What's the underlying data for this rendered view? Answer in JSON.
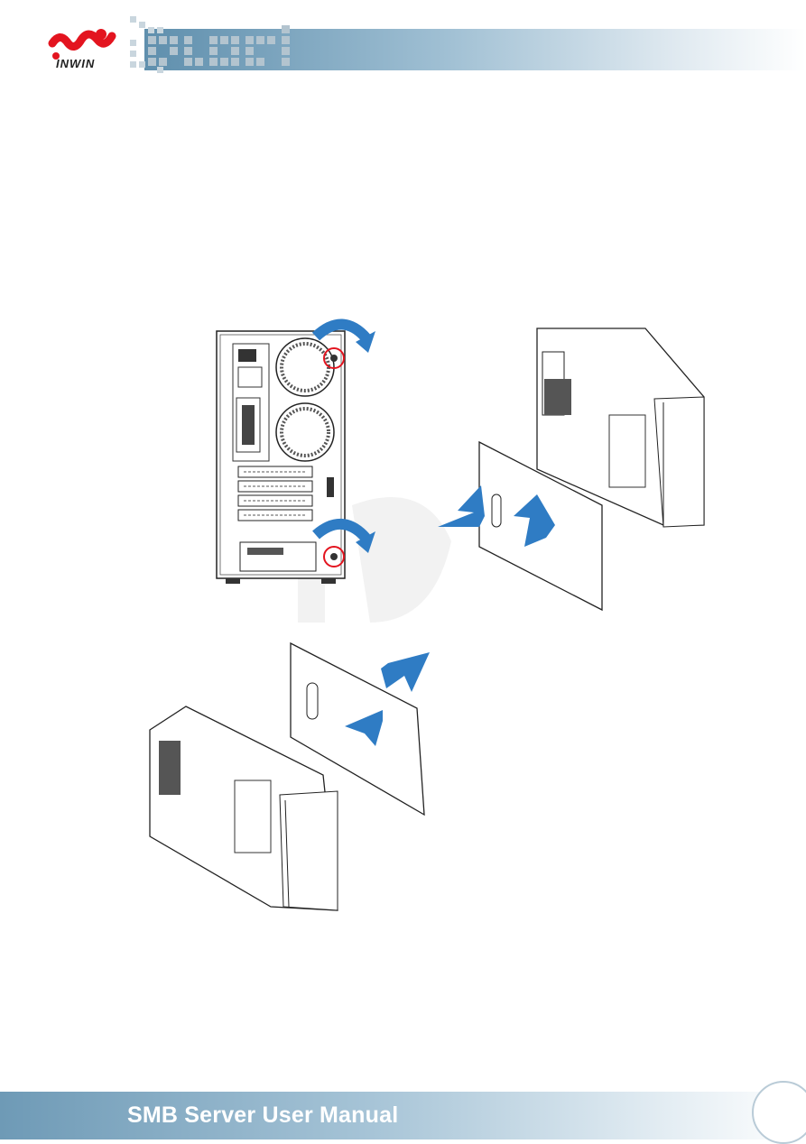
{
  "header": {
    "brand": "INWIN",
    "brand_color": "#e3141f",
    "band_color": "#5f8fad"
  },
  "figures": {
    "arrow_color": "#2f7cc4",
    "highlight_color": "#e3141f",
    "step1_remove_screws": "rear-view-with-thumbscrews",
    "step1_slide_panel_off": "side-panel-removal",
    "step2_install_panel": "side-panel-installation",
    "watermark": "Win"
  },
  "footer": {
    "title": "SMB Server User Manual"
  }
}
